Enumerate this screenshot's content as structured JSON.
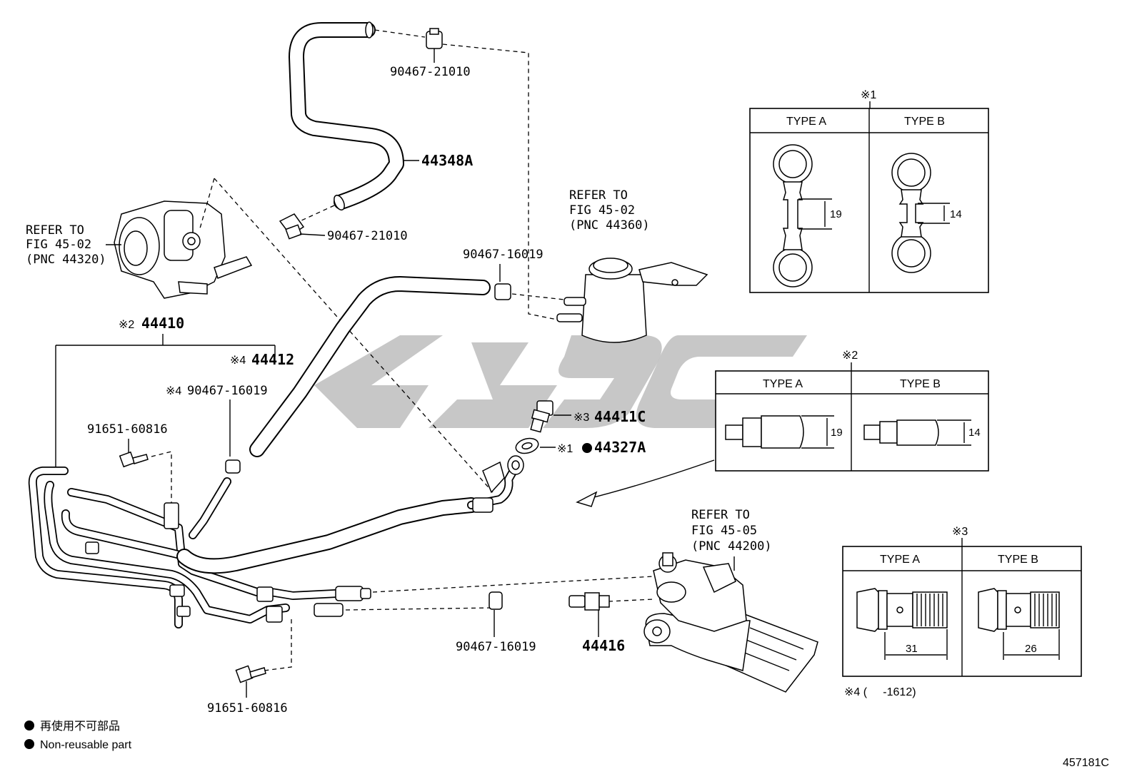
{
  "labels": {
    "hose_top_clamp": "90467-21010",
    "hose_44348a": "44348A",
    "hose_mid_clamp": "90467-21010",
    "refer_pump_1": "REFER TO",
    "refer_pump_2": "FIG 45-02",
    "refer_pump_3": "(PNC 44320)",
    "refer_tank_1": "REFER TO",
    "refer_tank_2": "FIG 45-02",
    "refer_tank_3": "(PNC 44360)",
    "tank_clamp": "90467-16019",
    "main_assy": "44410",
    "main_assy_mark": "※2",
    "return_hose": "44412",
    "return_hose_mark": "※4",
    "return_clamp": "90467-16019",
    "return_clamp_mark": "※4",
    "bolt_top": "91651-60816",
    "union_bolt": "44411C",
    "union_bolt_mark": "※3",
    "gasket": "44327A",
    "gasket_mark": "※1",
    "refer_gear_1": "REFER TO",
    "refer_gear_2": "FIG 45-05",
    "refer_gear_3": "(PNC 44200)",
    "lower_clamp": "90467-16019",
    "union_44416": "44416",
    "bolt_bottom": "91651-60816",
    "figure_id": "457181C"
  },
  "table1": {
    "mark": "※1",
    "col_a": "TYPE A",
    "col_b": "TYPE B",
    "dim_a": "19",
    "dim_b": "14"
  },
  "table2": {
    "mark": "※2",
    "col_a": "TYPE A",
    "col_b": "TYPE B",
    "dim_a": "19",
    "dim_b": "14"
  },
  "table3": {
    "mark": "※3",
    "col_a": "TYPE A",
    "col_b": "TYPE B",
    "dim_a": "31",
    "dim_b": "26"
  },
  "note4": {
    "text": "※4 (     -1612)"
  },
  "legend": {
    "jp": "再使用不可部品",
    "en": "Non-reusable part"
  }
}
